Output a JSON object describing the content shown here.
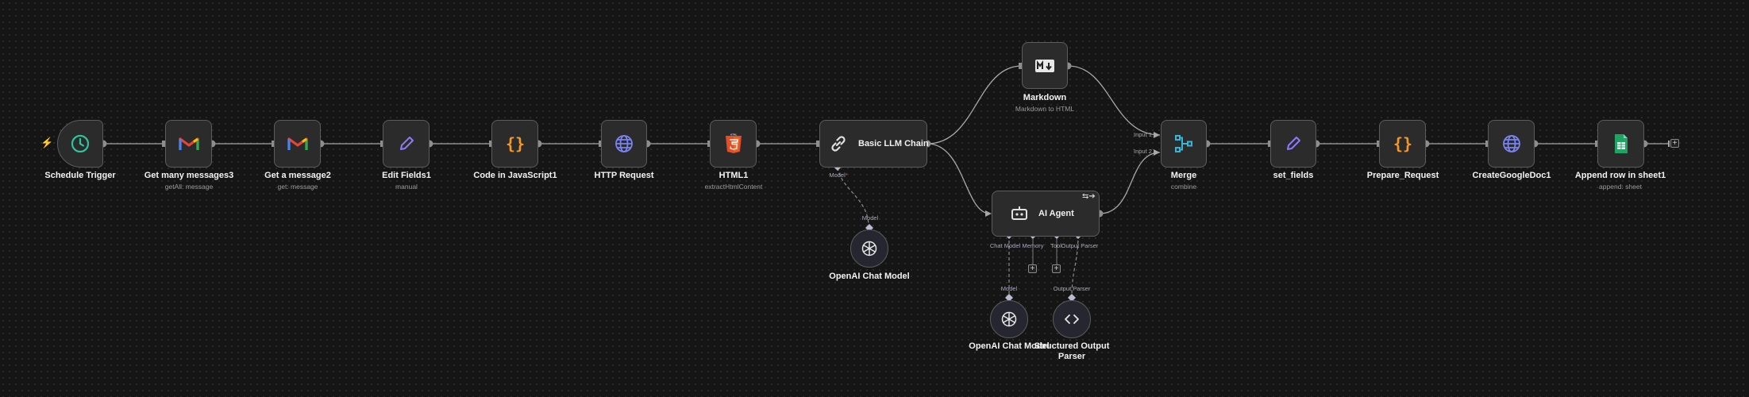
{
  "canvas": {
    "background": "#151515",
    "wire_color": "#a8a8a8",
    "ai_wire_color": "#8c8c8c"
  },
  "trigger_indicator": "⚡",
  "nodes": {
    "schedule_trigger": {
      "name": "Schedule Trigger",
      "icon": "clock-icon"
    },
    "get_many_messages3": {
      "name": "Get many messages3",
      "subtitle": "getAll: message",
      "icon": "gmail-icon"
    },
    "get_a_message2": {
      "name": "Get a message2",
      "subtitle": "get: message",
      "icon": "gmail-icon"
    },
    "edit_fields1": {
      "name": "Edit Fields1",
      "subtitle": "manual",
      "icon": "pencil-icon"
    },
    "code_in_javascript1": {
      "name": "Code in JavaScript1",
      "icon": "code-braces-icon"
    },
    "http_request": {
      "name": "HTTP Request",
      "icon": "globe-icon"
    },
    "html1": {
      "name": "HTML1",
      "subtitle": "extractHtmlContent",
      "icon": "html5-icon"
    },
    "basic_llm_chain": {
      "name": "Basic LLM Chain",
      "icon": "link-icon",
      "port_model": "Model"
    },
    "openai_chat_model_1": {
      "name": "OpenAI Chat Model",
      "port_model": "Model",
      "icon": "openai-icon"
    },
    "markdown": {
      "name": "Markdown",
      "subtitle": "Markdown to HTML",
      "icon": "markdown-icon"
    },
    "ai_agent": {
      "name": "AI Agent",
      "icon": "robot-icon",
      "ports": {
        "chat_model": "Chat Model",
        "memory": "Memory",
        "tool": "Tool",
        "output_parser": "Output Parser"
      }
    },
    "openai_chat_model_2": {
      "name": "OpenAI Chat Model",
      "port_model": "Model",
      "icon": "openai-icon"
    },
    "structured_output_parser": {
      "name_line1": "Structured Output",
      "name_line2": "Parser",
      "port_output_parser": "Output Parser",
      "icon": "code-brackets-icon"
    },
    "merge": {
      "name": "Merge",
      "subtitle": "combine",
      "input1": "Input 1",
      "input2": "Input 2",
      "icon": "merge-icon"
    },
    "set_fields": {
      "name": "set_fields",
      "icon": "pencil-icon"
    },
    "prepare_request": {
      "name": "Prepare_Request",
      "icon": "code-braces-icon"
    },
    "create_google_doc1": {
      "name": "CreateGoogleDoc1",
      "icon": "globe-icon"
    },
    "append_row_in_sheet1": {
      "name": "Append row in sheet1",
      "subtitle": "append: sheet",
      "icon": "google-sheets-icon"
    }
  },
  "add_button": "+"
}
